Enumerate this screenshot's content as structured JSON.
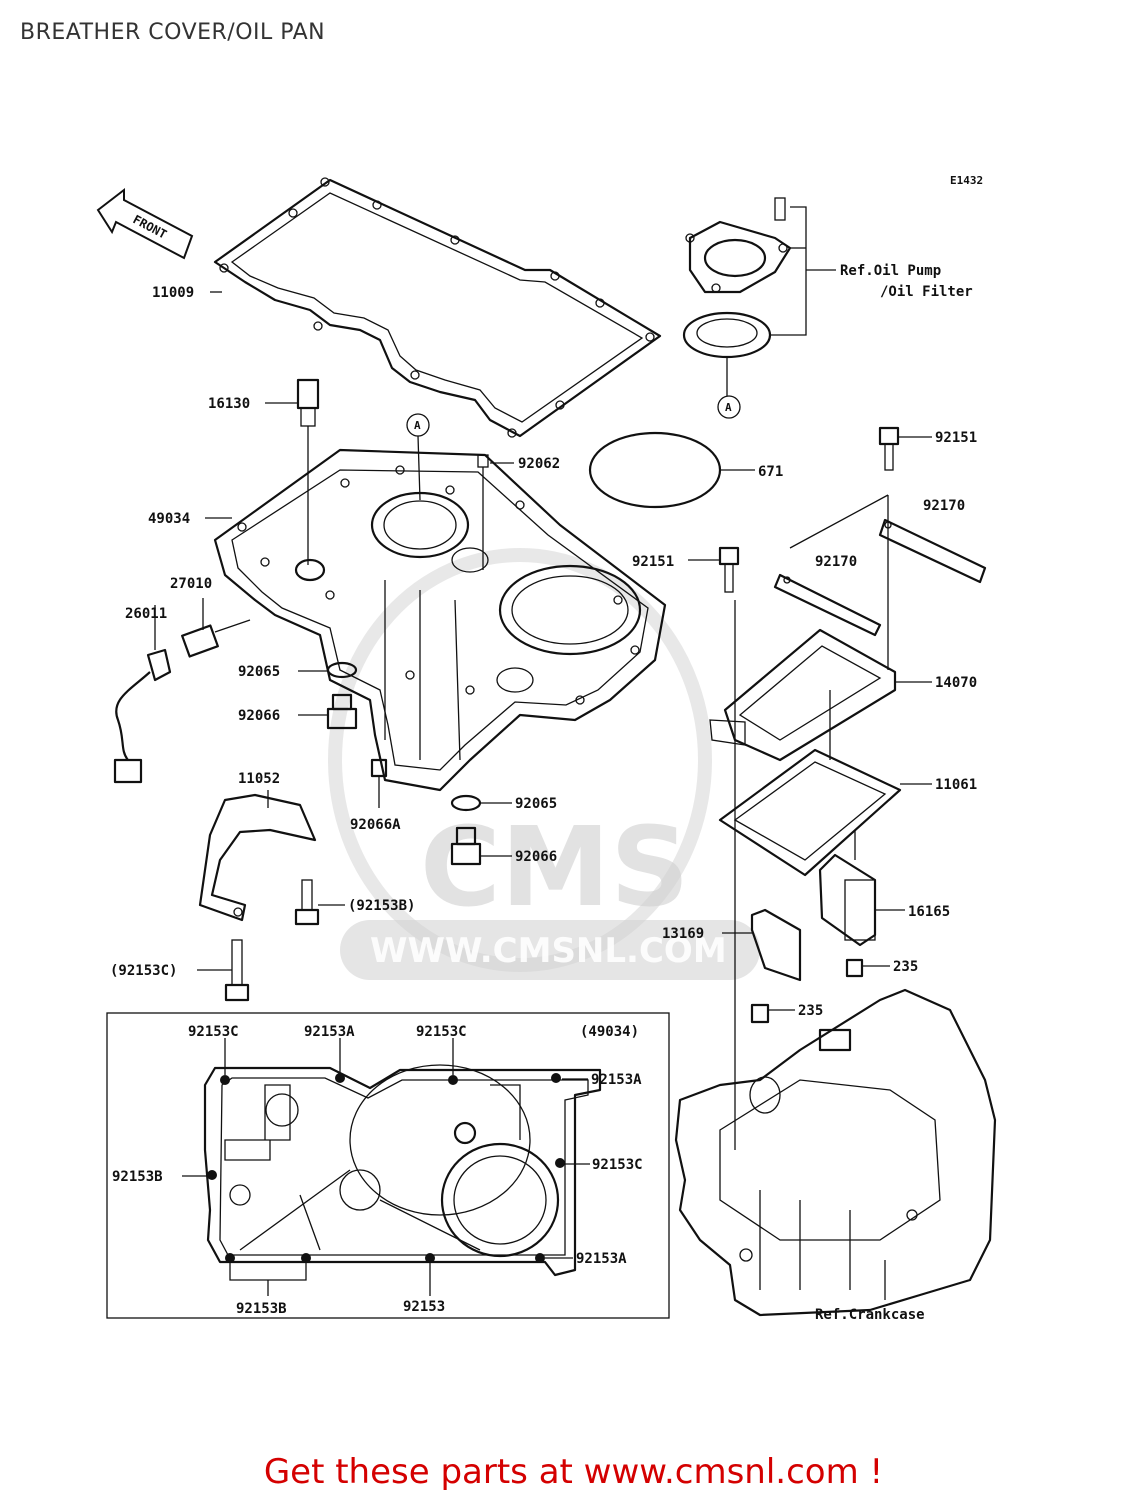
{
  "page": {
    "title": "BREATHER COVER/OIL PAN",
    "footer": "Get these parts at www.cmsnl.com !",
    "diagram_code": "E1432",
    "front_marker": "FRONT",
    "watermark": {
      "logo_text": "CMS",
      "url_text": "WWW.CMSNL.COM"
    },
    "ref_notes": {
      "oil_pump_line1": "Ref.Oil Pump",
      "oil_pump_line2": "/Oil Filter",
      "crankcase": "Ref.Crankcase"
    },
    "callout_a_top": "A",
    "callout_a_bottom": "A"
  },
  "parts": {
    "p11009": "11009",
    "p16130": "16130",
    "p49034": "49034",
    "p92062": "92062",
    "p671": "671",
    "p92151_top": "92151",
    "p92170_right": "92170",
    "p92151_mid": "92151",
    "p92170_mid": "92170",
    "p27010": "27010",
    "p26011": "26011",
    "p92065_a": "92065",
    "p92066_a": "92066",
    "p14070": "14070",
    "p11052": "11052",
    "p92065_b": "92065",
    "p92066a": "92066A",
    "p11061": "11061",
    "p92066_b": "92066",
    "p92153b_paren": "(92153B)",
    "p16165": "16165",
    "p13169": "13169",
    "p92153c_paren": "(92153C)",
    "p235_a": "235",
    "p235_b": "235"
  },
  "inset": {
    "header": "(49034)",
    "labels": {
      "tl_92153c": "92153C",
      "top_92153a": "92153A",
      "top_92153c": "92153C",
      "right_92153a": "92153A",
      "left_92153b": "92153B",
      "right_92153c": "92153C",
      "br_92153a": "92153A",
      "bottom_92153b": "92153B",
      "bottom_92153": "92153"
    }
  }
}
